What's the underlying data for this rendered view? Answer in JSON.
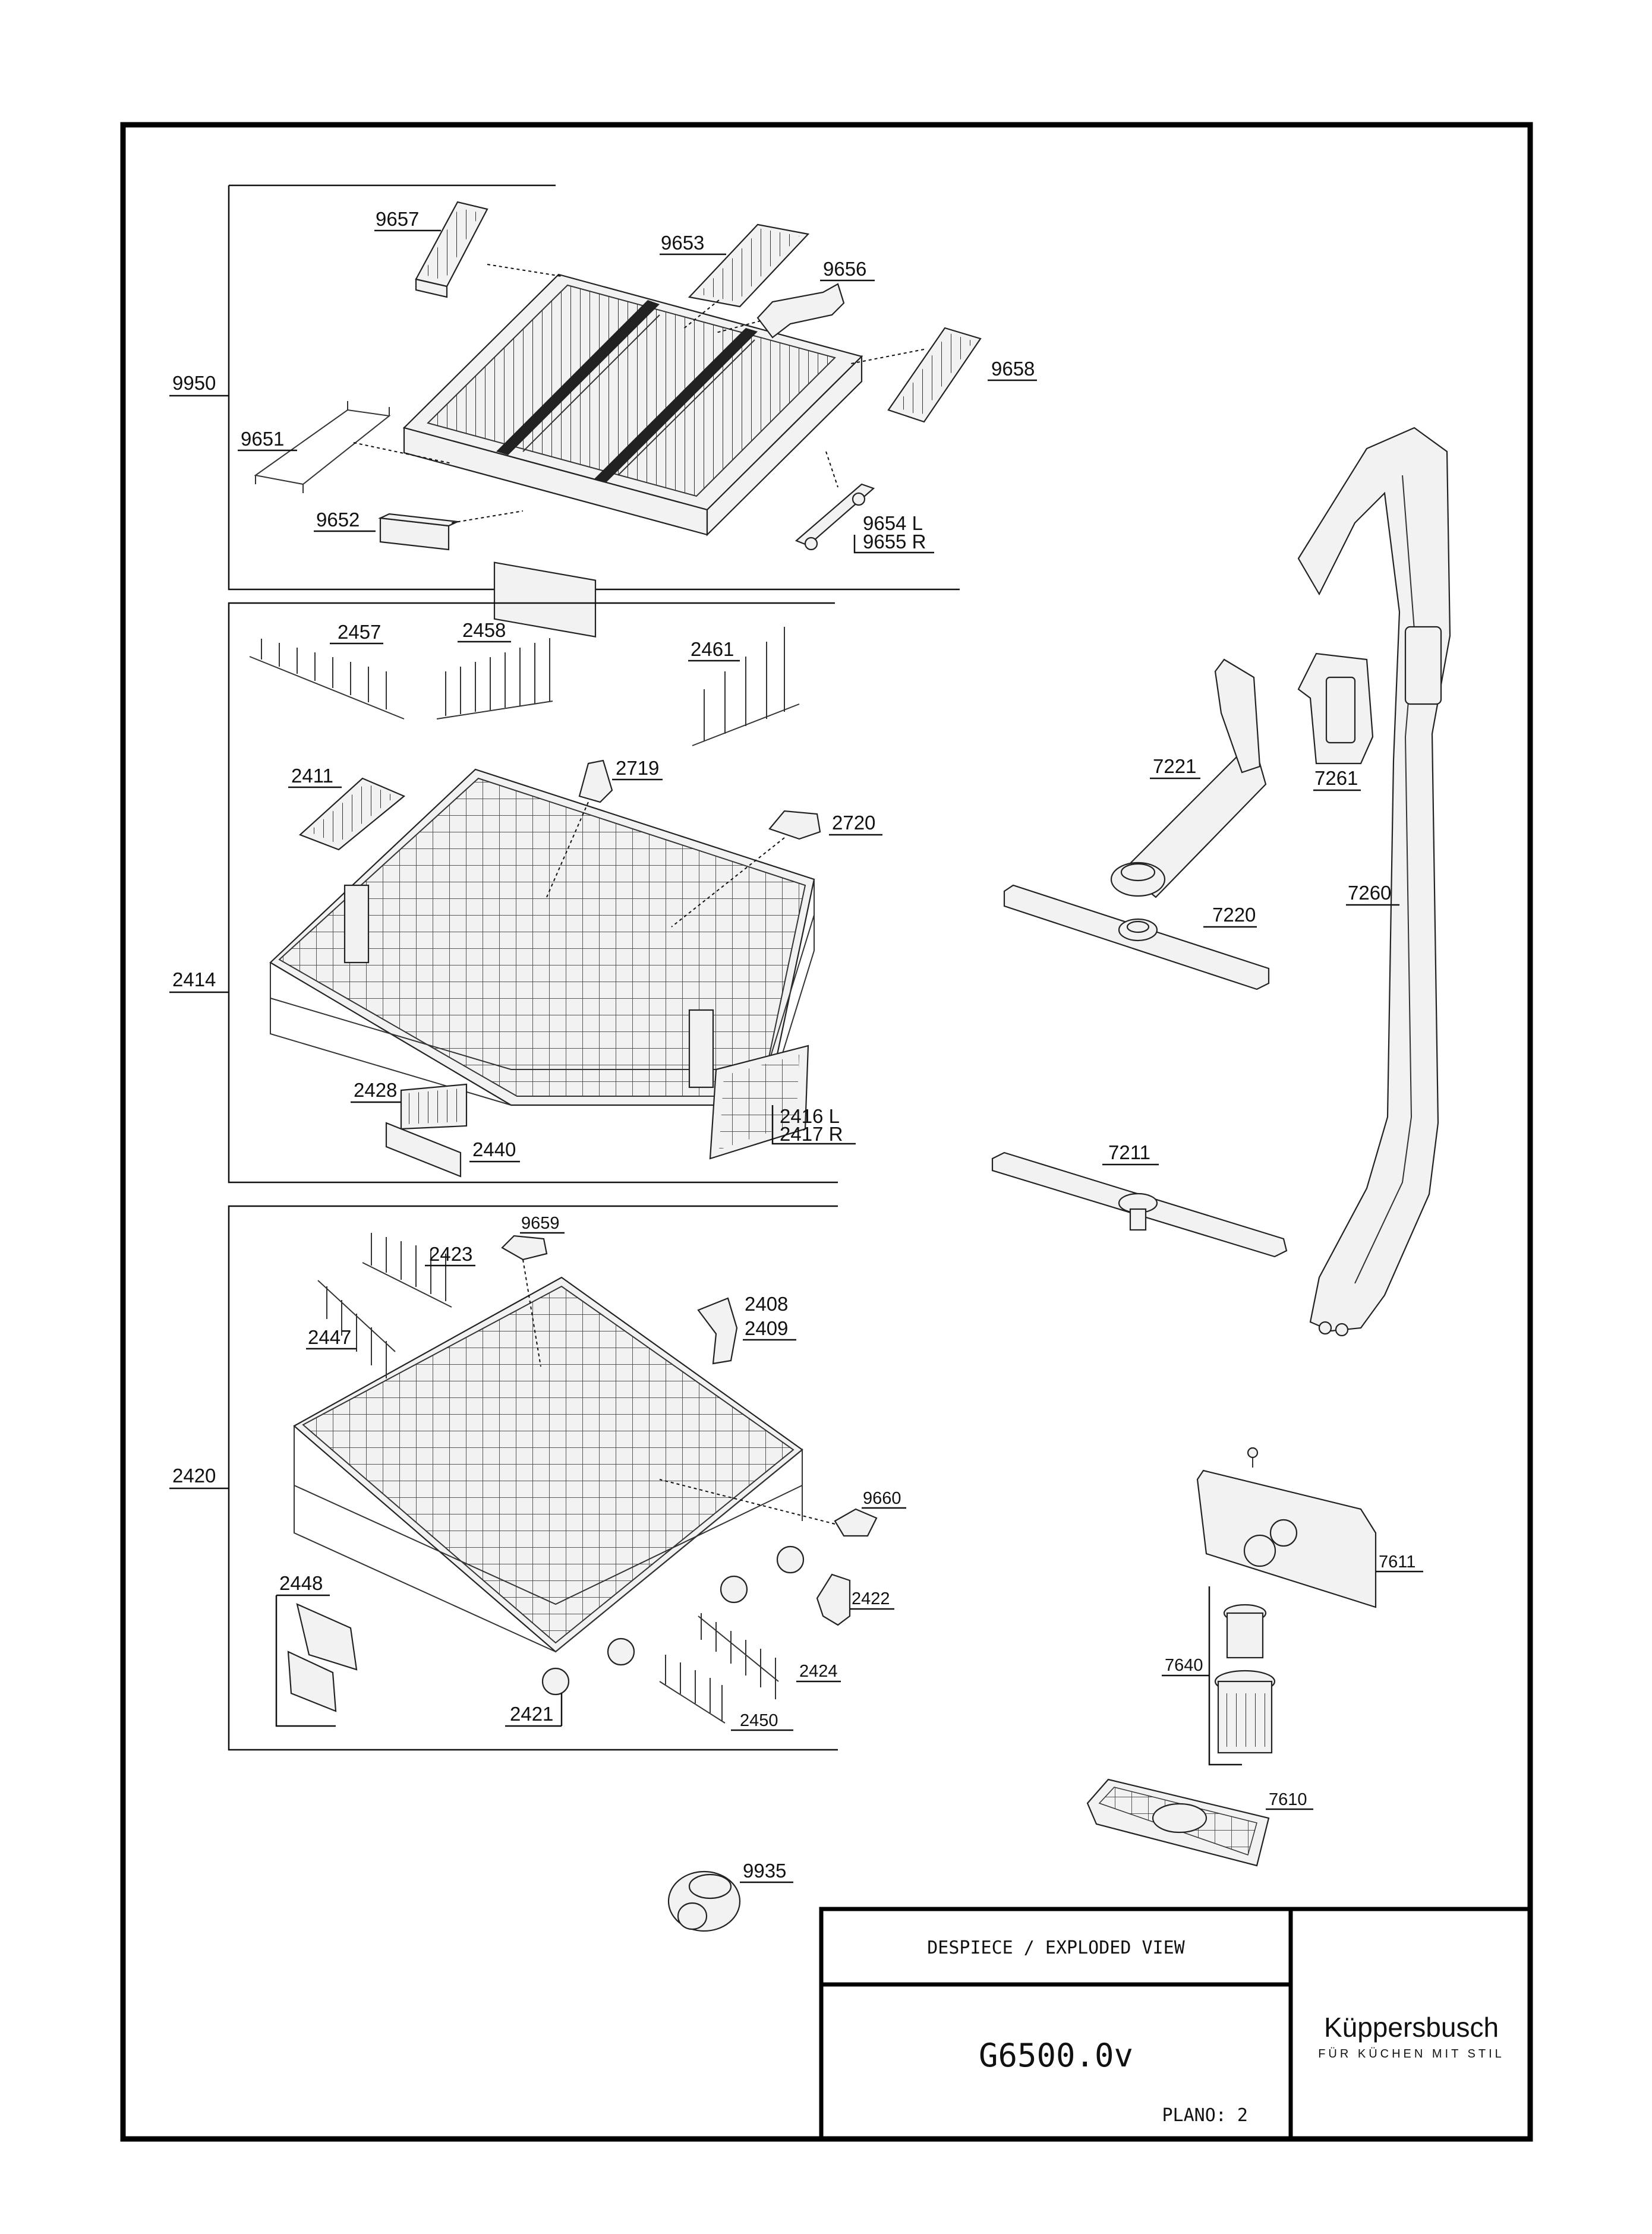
{
  "title_block": {
    "view_title": "DESPIECE / EXPLODED VIEW",
    "model": "G6500.0v",
    "sheet": "PLANO: 2"
  },
  "brand": {
    "name": "Küppersbusch",
    "tagline": "FÜR KÜCHEN MIT STIL"
  },
  "labels": {
    "p9657": "9657",
    "p9653": "9653",
    "p9656": "9656",
    "p9658": "9658",
    "p9950": "9950",
    "p9651": "9651",
    "p9652": "9652",
    "p9654": "9654 L",
    "p9655": "9655 R",
    "p2457": "2457",
    "p2458": "2458",
    "p2461": "2461",
    "p2411": "2411",
    "p2719": "2719",
    "p2720": "2720",
    "p2414": "2414",
    "p2428": "2428",
    "p2440": "2440",
    "p2416": "2416 L",
    "p2417": "2417 R",
    "p9659": "9659",
    "p2423": "2423",
    "p2408": "2408",
    "p2409": "2409",
    "p2447": "2447",
    "p2420": "2420",
    "p9660": "9660",
    "p2448": "2448",
    "p2422": "2422",
    "p2424": "2424",
    "p2421": "2421",
    "p2450": "2450",
    "p9935": "9935",
    "p7221": "7221",
    "p7261": "7261",
    "p7220": "7220",
    "p7260": "7260",
    "p7211": "7211",
    "p7611": "7611",
    "p7640": "7640",
    "p7610": "7610"
  },
  "colors": {
    "line": "#111111",
    "background": "#ffffff"
  }
}
